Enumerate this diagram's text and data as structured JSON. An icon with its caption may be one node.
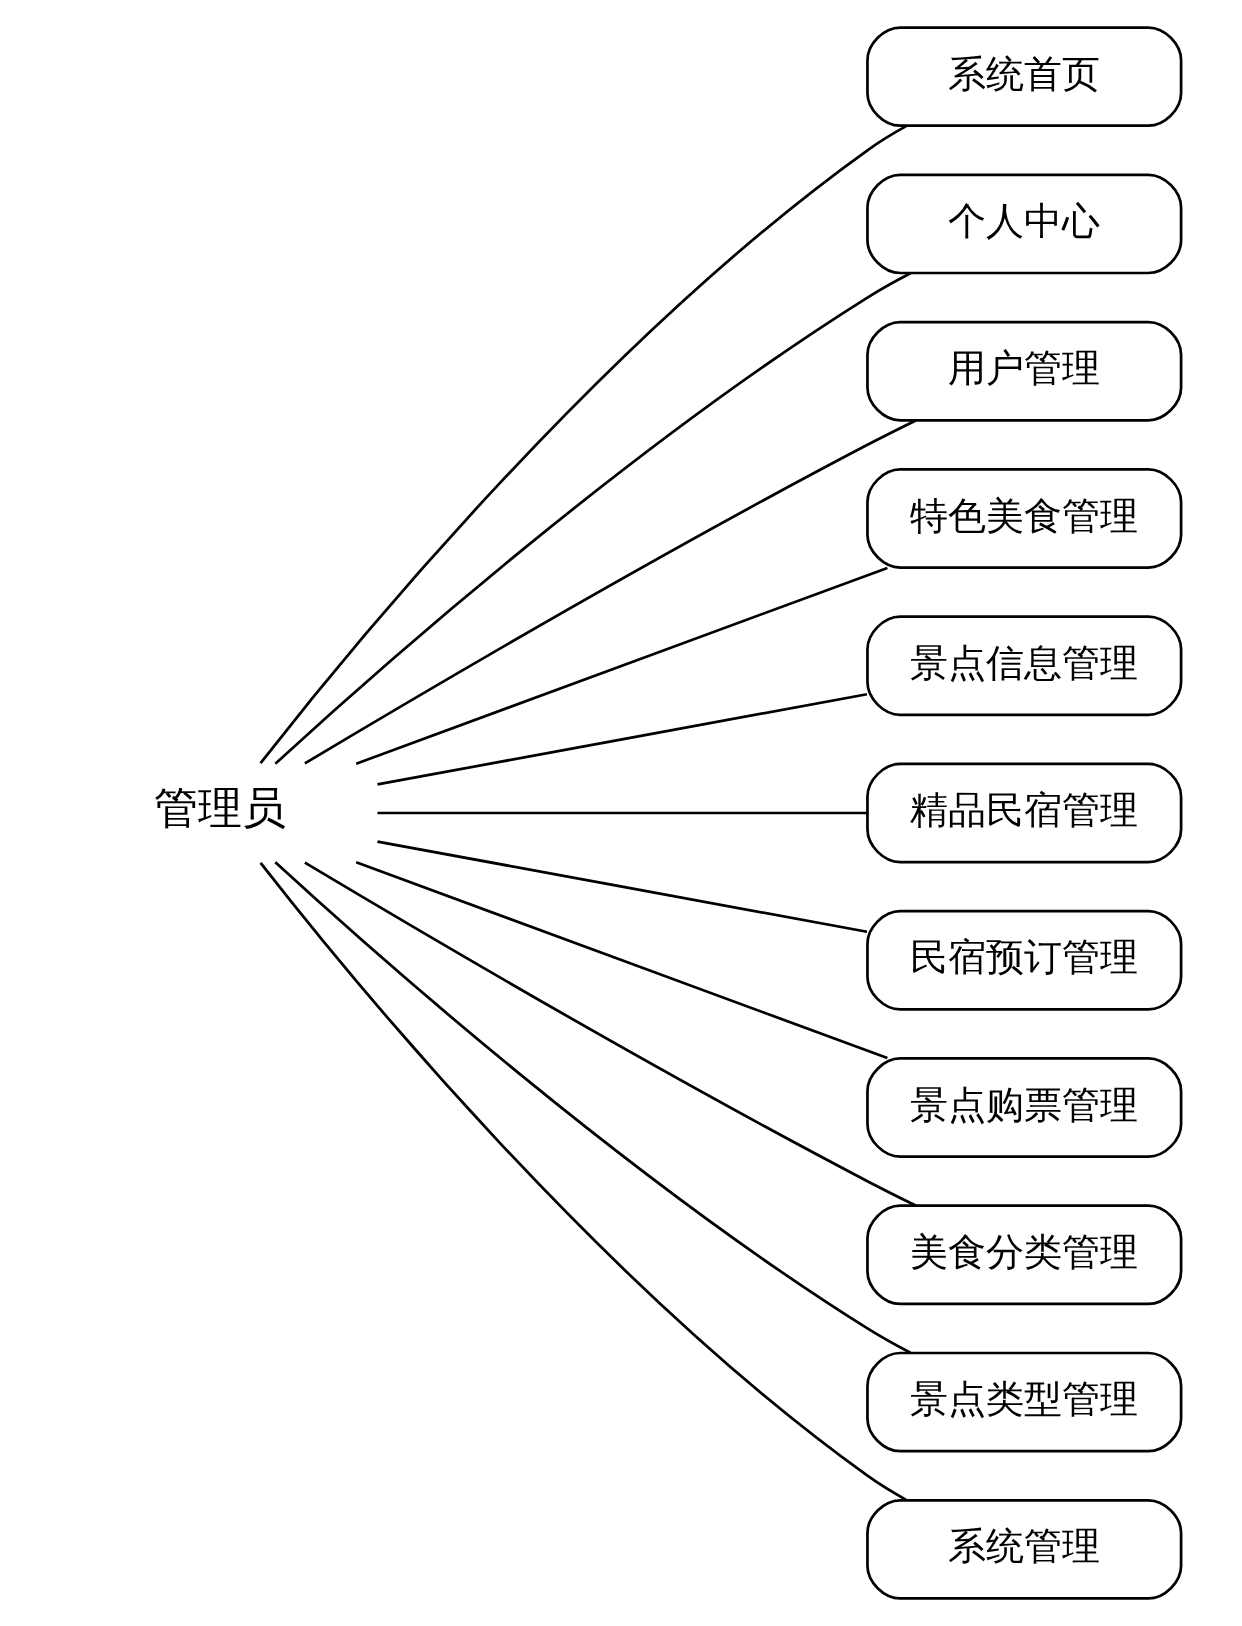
{
  "diagram": {
    "nodes": [
      {
        "text": [
          "管理员"
        ]
      },
      {
        "text": [
          "系统首页"
        ]
      },
      {
        "text": [
          "个人中心"
        ]
      },
      {
        "text": [
          "用户管理"
        ]
      },
      {
        "text": [
          "特色美食管理"
        ]
      },
      {
        "text": [
          "景点信息管理"
        ]
      },
      {
        "text": [
          "精品民宿管理"
        ]
      },
      {
        "text": [
          "民宿预订管理"
        ]
      },
      {
        "text": [
          "景点购票管理"
        ]
      },
      {
        "text": [
          "美食分类管理"
        ]
      },
      {
        "text": [
          "景点类型管理"
        ]
      },
      {
        "text": [
          "系统管理"
        ]
      }
    ],
    "edges": [
      {
        "from": 0,
        "to": 1,
        "arrow": "none"
      },
      {
        "from": 0,
        "to": 2,
        "arrow": "none"
      },
      {
        "from": 0,
        "to": 3,
        "arrow": "none"
      },
      {
        "from": 0,
        "to": 4,
        "arrow": "none"
      },
      {
        "from": 0,
        "to": 5,
        "arrow": "none"
      },
      {
        "from": 0,
        "to": 6,
        "arrow": "none"
      },
      {
        "from": 0,
        "to": 7,
        "arrow": "none"
      },
      {
        "from": 0,
        "to": 8,
        "arrow": "none"
      },
      {
        "from": 0,
        "to": 9,
        "arrow": "none"
      },
      {
        "from": 0,
        "to": 10,
        "arrow": "none"
      },
      {
        "from": 0,
        "to": 11,
        "arrow": "none"
      }
    ]
  }
}
